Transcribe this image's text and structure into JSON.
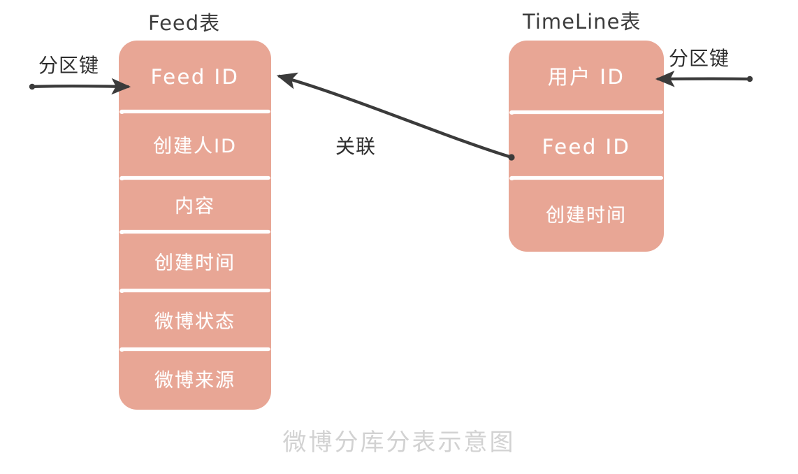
{
  "diagram": {
    "caption": "微博分库分表示意图",
    "background_color": "#ffffff",
    "table_fill_color": "#e8a695",
    "separator_color": "#ffffff",
    "row_text_color": "#ffffff",
    "title_color": "#3c3c3c",
    "annotation_color": "#2e2e2e",
    "caption_color": "#d2d2d2"
  },
  "tables": {
    "feed": {
      "title": "Feed表",
      "rows": [
        {
          "label": "Feed ID",
          "is_partition_key": true
        },
        {
          "label": "创建人ID",
          "is_partition_key": false
        },
        {
          "label": "内容",
          "is_partition_key": false
        },
        {
          "label": "创建时间",
          "is_partition_key": false
        },
        {
          "label": "微博状态",
          "is_partition_key": false
        },
        {
          "label": "微博来源",
          "is_partition_key": false
        }
      ]
    },
    "timeline": {
      "title": "TimeLine表",
      "rows": [
        {
          "label": "用户 ID",
          "is_partition_key": true
        },
        {
          "label": "Feed ID",
          "is_partition_key": false
        },
        {
          "label": "创建时间",
          "is_partition_key": false
        }
      ]
    }
  },
  "annotations": {
    "partition_key_left": "分区键",
    "partition_key_right": "分区键",
    "relation": "关联"
  }
}
